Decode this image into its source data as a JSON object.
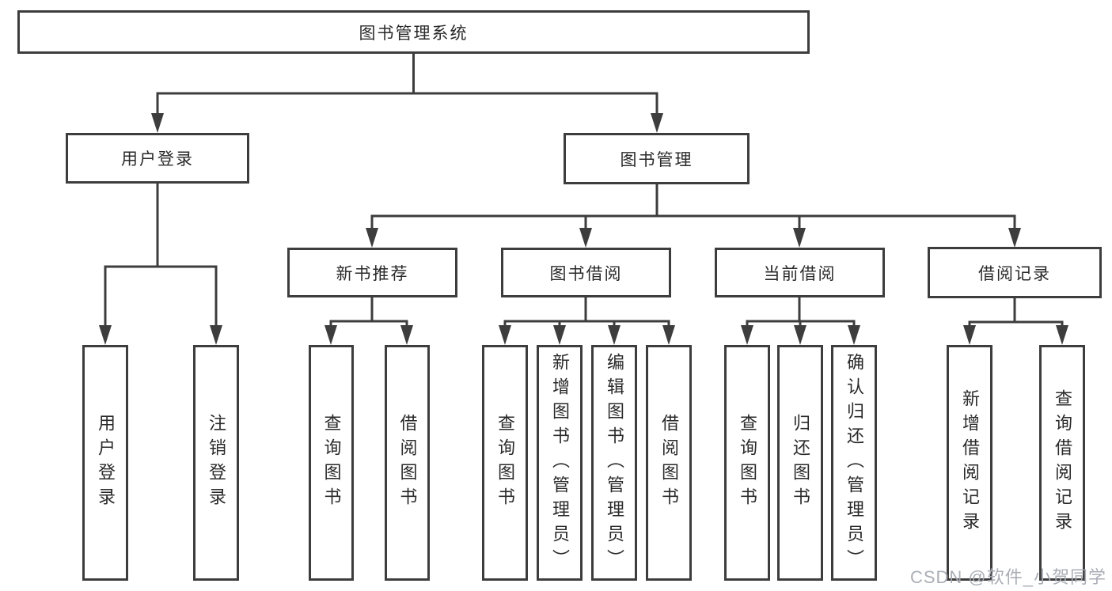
{
  "diagram": {
    "root": {
      "label": "图书管理系统"
    },
    "branches": [
      {
        "label": "用户登录",
        "children": [
          {
            "label": "用户登录"
          },
          {
            "label": "注销登录"
          }
        ]
      },
      {
        "label": "图书管理",
        "sections": [
          {
            "label": "新书推荐",
            "children": [
              {
                "label": "查询图书"
              },
              {
                "label": "借阅图书"
              }
            ]
          },
          {
            "label": "图书借阅",
            "children": [
              {
                "label": "查询图书"
              },
              {
                "label": "新增图书（管理员）"
              },
              {
                "label": "编辑图书（管理员）"
              },
              {
                "label": "借阅图书"
              }
            ]
          },
          {
            "label": "当前借阅",
            "children": [
              {
                "label": "查询图书"
              },
              {
                "label": "归还图书"
              },
              {
                "label": "确认归还（管理员）"
              }
            ]
          },
          {
            "label": "借阅记录",
            "children": [
              {
                "label": "新增借阅记录"
              },
              {
                "label": "查询借阅记录"
              }
            ]
          }
        ]
      }
    ]
  },
  "watermark": "CSDN @软件_小贺同学",
  "colors": {
    "line": "#3d3d3d",
    "text": "#2a2a2a",
    "watermark": "#a5aab2",
    "background": "#ffffff"
  }
}
